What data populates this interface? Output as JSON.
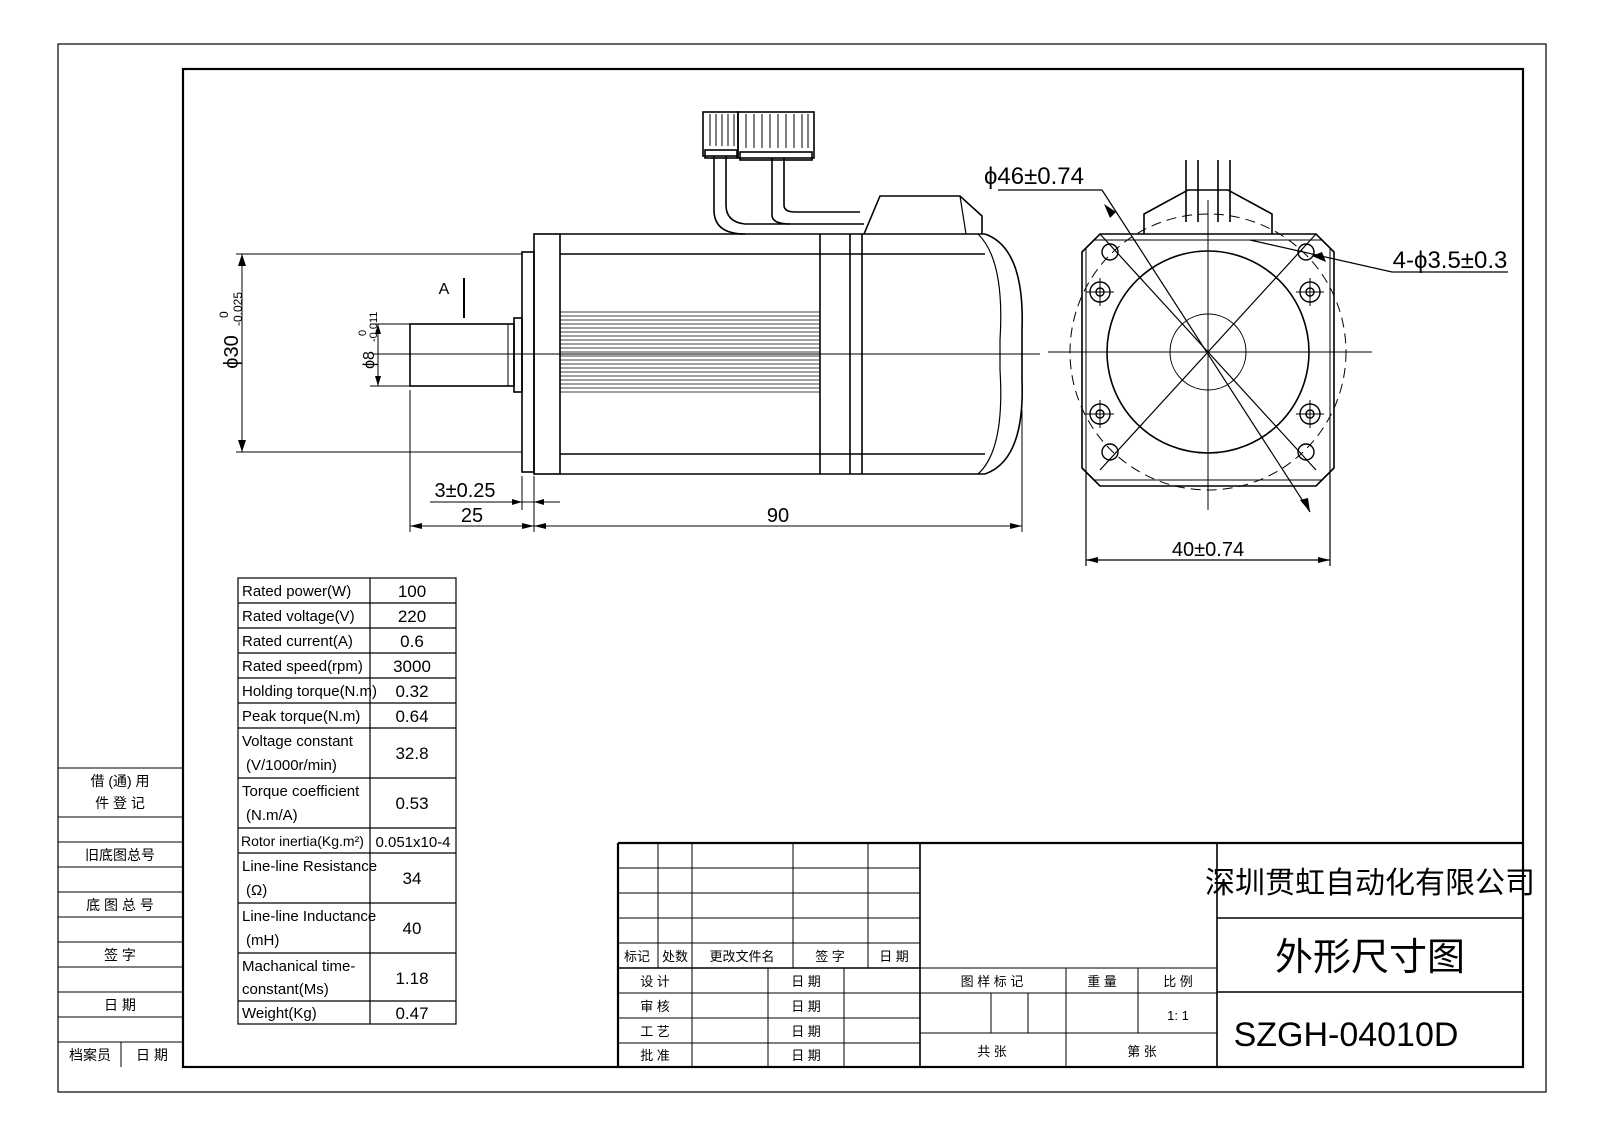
{
  "drawing": {
    "dim_flange_dia": "ϕ46±0.74",
    "dim_holes": "4-ϕ3.5±0.3",
    "dim_square": "40±0.74",
    "dim_shaft_dia": "ϕ8",
    "dim_shaft_dia_tol": "-0.011",
    "dim_shaft_dia_tol0": "0",
    "dim_pilot_dia": "ϕ30",
    "dim_pilot_dia_tol": "-0.025",
    "dim_pilot_dia_tol0": "0",
    "dim_pilot_len": "3±0.25",
    "dim_shaft_len": "25",
    "dim_body_len": "90",
    "section_mark": "A"
  },
  "specs": [
    {
      "label": "Rated power(W)",
      "value": "100"
    },
    {
      "label": "Rated voltage(V)",
      "value": "220"
    },
    {
      "label": "Rated current(A)",
      "value": "0.6"
    },
    {
      "label": "Rated speed(rpm)",
      "value": "3000"
    },
    {
      "label": "Holding torque(N.m)",
      "value": "0.32"
    },
    {
      "label": "Peak torque(N.m)",
      "value": "0.64"
    },
    {
      "label": "Voltage constant",
      "label2": "(V/1000r/min)",
      "value": "32.8"
    },
    {
      "label": "Torque coefficient",
      "label2": "(N.m/A)",
      "value": "0.53"
    },
    {
      "label": "Rotor inertia(Kg.m²)",
      "value": "0.051x10-4"
    },
    {
      "label": "Line-line Resistance",
      "label2": "(Ω)",
      "value": "34"
    },
    {
      "label": "Line-line Inductance",
      "label2": "(mH)",
      "value": "40"
    },
    {
      "label": "Machanical time-",
      "label2": "constant(Ms)",
      "value": "1.18"
    },
    {
      "label": "Weight(Kg)",
      "value": "0.47"
    }
  ],
  "side_table": {
    "r1a": "借 (通) 用",
    "r1b": "件  登  记",
    "r2": "旧底图总号",
    "r3": "底 图 总 号",
    "r4": "签    字",
    "r5": "日    期",
    "r6a": "档案员",
    "r6b": "日  期"
  },
  "title_block": {
    "company": "深圳贯虹自动化有限公司",
    "drawing_title": "外形尺寸图",
    "model": "SZGH-04010D",
    "h_mark": "标记",
    "h_count": "处数",
    "h_doc": "更改文件名",
    "h_sign": "签  字",
    "h_date": "日 期",
    "r_design": "设  计",
    "r_review": "审  核",
    "r_process": "工  艺",
    "r_approve": "批  准",
    "date_label": "日  期",
    "sample_mark": "图 样 标 记",
    "weight": "重 量",
    "scale": "比 例",
    "scale_value": "1: 1",
    "total": "共        张",
    "sheet": "第        张"
  }
}
